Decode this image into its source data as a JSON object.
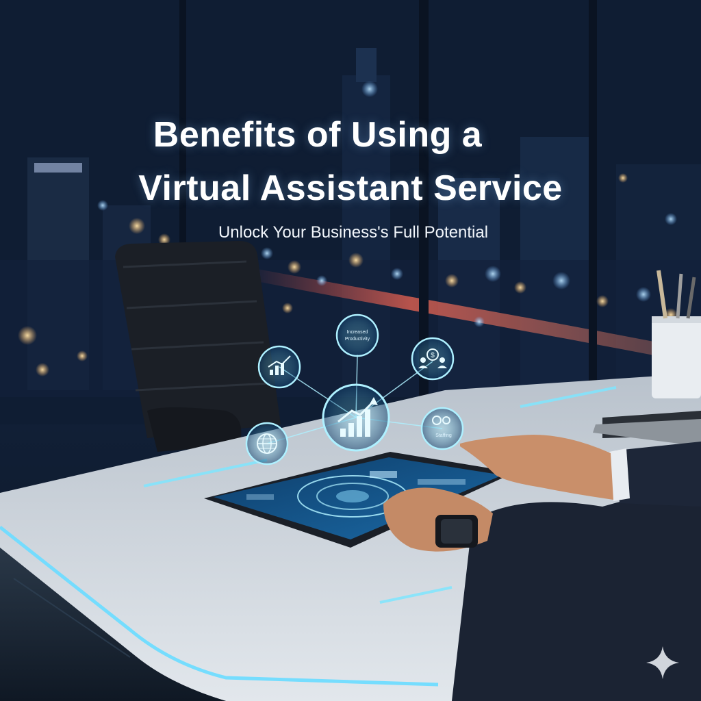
{
  "title": {
    "line1": "Benefits of Using a",
    "line2": "Virtual Assistant Service"
  },
  "subtitle": "Unlock Your Business's Full Potential",
  "nodes": {
    "productivity_line1": "Increased",
    "productivity_line2": "Productivity",
    "staffing": "Staffing"
  },
  "colors": {
    "glow_cyan": "#7fe6ff",
    "hud_ring": "#aef0ff",
    "desk_light": "#5fd3ff",
    "sky": "#0d1a30"
  },
  "icons": [
    "growth-chart-icon",
    "globe-icon",
    "money-people-icon",
    "gears-icon",
    "sparkle-icon"
  ]
}
